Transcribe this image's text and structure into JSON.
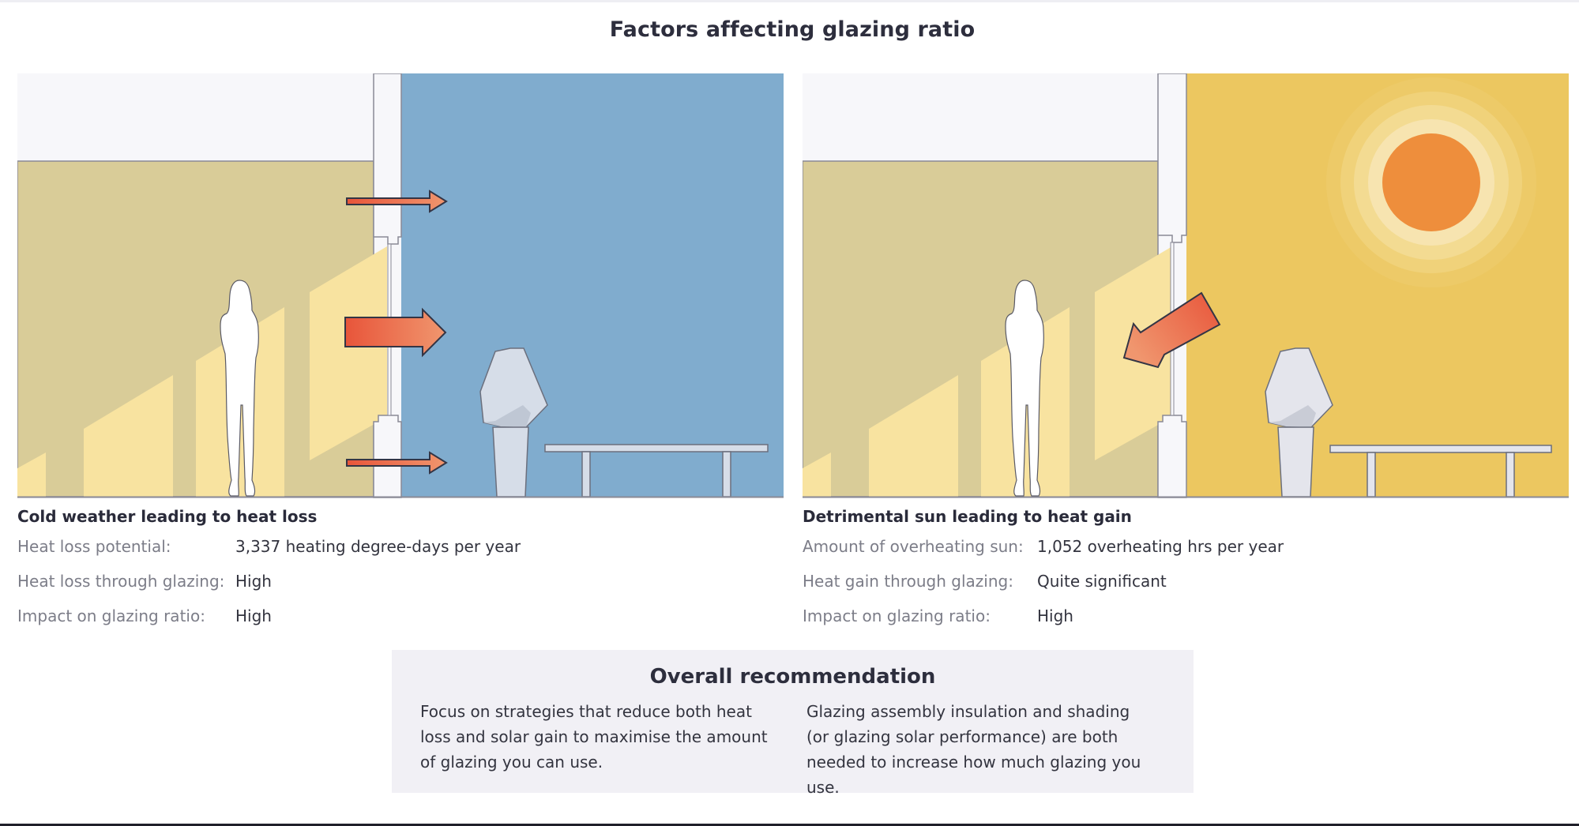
{
  "page": {
    "title": "Factors affecting glazing ratio"
  },
  "colors": {
    "sky_cold": "#80acce",
    "sky_sunny": "#ecc760",
    "interior_shadow": "#d9cc98",
    "interior_light": "#f8e3a0",
    "frame": "#f7f7fa",
    "outline": "#8a8a96",
    "arrow_start": "#e8553a",
    "arrow_end": "#f0966e",
    "sun": "#ee8e3c",
    "object_fill": "#d6dde8",
    "reco_bg": "#f1f0f5"
  },
  "panels": [
    {
      "id": "heat-loss",
      "illustration": "cold-weather-heat-loss",
      "arrows": [
        "small-outward-arrow",
        "large-outward-arrow",
        "small-outward-arrow"
      ],
      "heading": "Cold weather leading to heat loss",
      "rows": [
        {
          "label": "Heat loss potential:",
          "value": "3,337 heating degree-days per year"
        },
        {
          "label": "Heat loss through glazing:",
          "value": "High"
        },
        {
          "label": "Impact on glazing ratio:",
          "value": "High"
        }
      ]
    },
    {
      "id": "heat-gain",
      "illustration": "detrimental-sun-heat-gain",
      "arrows": [
        "large-inward-diagonal-arrow"
      ],
      "heading": "Detrimental sun leading to heat gain",
      "rows": [
        {
          "label": "Amount of overheating sun:",
          "value": "1,052 overheating hrs per year"
        },
        {
          "label": "Heat gain through glazing:",
          "value": "Quite significant"
        },
        {
          "label": "Impact on glazing ratio:",
          "value": "High"
        }
      ]
    }
  ],
  "recommendation": {
    "title": "Overall recommendation",
    "columns": [
      "Focus on strategies that reduce both heat loss and solar gain to maximise the amount of glazing you can use.",
      "Glazing assembly insulation and shading (or glazing solar performance) are both needed to increase how much glazing you use."
    ]
  }
}
